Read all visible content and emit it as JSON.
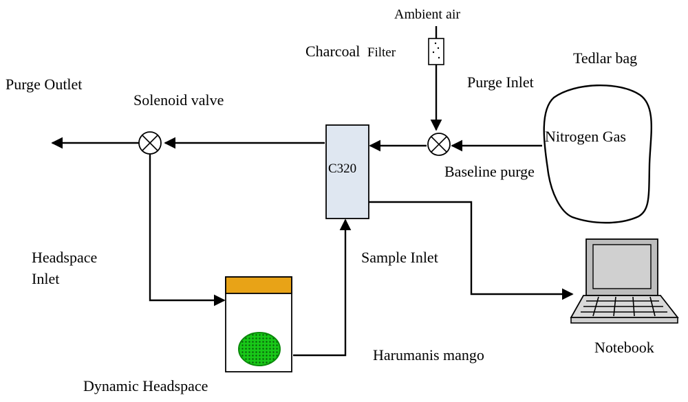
{
  "labels": {
    "ambient_air": "Ambient air",
    "charcoal_filter_a": "Charcoal",
    "charcoal_filter_b": "Filter",
    "tedlar_bag": "Tedlar bag",
    "purge_outlet": "Purge Outlet",
    "purge_inlet": "Purge Inlet",
    "solenoid_valve": "Solenoid valve",
    "nitrogen_gas": "Nitrogen Gas",
    "c320": "C320",
    "baseline_purge": "Baseline purge",
    "headspace_inlet_line1": "Headspace",
    "headspace_inlet_line2": "Inlet",
    "sample_inlet": "Sample Inlet",
    "harumanis_mango": "Harumanis mango",
    "notebook": "Notebook",
    "dynamic_headspace": "Dynamic Headspace"
  },
  "colors": {
    "c320_fill": "#dfe7f1",
    "lid_fill": "#e8a317",
    "mango_fill": "#18c818",
    "laptop_screen": "#c8c8c8",
    "laptop_body": "#d9d9d9"
  }
}
